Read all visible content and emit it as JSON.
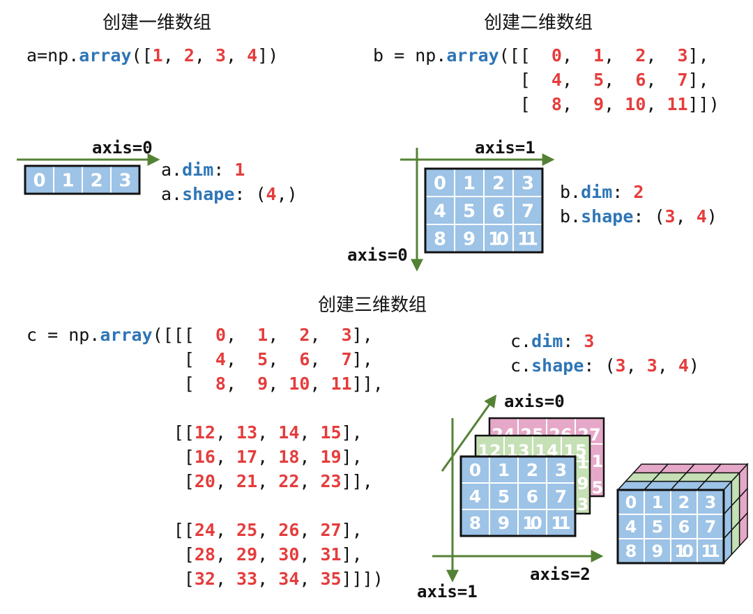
{
  "titles": {
    "one_d": "创建一维数组",
    "two_d": "创建二维数组",
    "three_d": "创建三维数组"
  },
  "code": {
    "a": {
      "prefix": "a=np.",
      "func": "array",
      "open": "([",
      "values": [
        "1",
        "2",
        "3",
        "4"
      ],
      "close": "])"
    },
    "b": {
      "prefix": "b = np.",
      "func": "array",
      "rows": [
        [
          "0",
          "1",
          "2",
          "3"
        ],
        [
          "4",
          "5",
          "6",
          "7"
        ],
        [
          "8",
          "9",
          "10",
          "11"
        ]
      ]
    },
    "c": {
      "prefix": "c = np.",
      "func": "array",
      "blocks": [
        [
          [
            "0",
            "1",
            "2",
            "3"
          ],
          [
            "4",
            "5",
            "6",
            "7"
          ],
          [
            "8",
            "9",
            "10",
            "11"
          ]
        ],
        [
          [
            "12",
            "13",
            "14",
            "15"
          ],
          [
            "16",
            "17",
            "18",
            "19"
          ],
          [
            "20",
            "21",
            "22",
            "23"
          ]
        ],
        [
          [
            "24",
            "25",
            "26",
            "27"
          ],
          [
            "28",
            "29",
            "30",
            "31"
          ],
          [
            "32",
            "33",
            "34",
            "35"
          ]
        ]
      ]
    }
  },
  "props": {
    "a": {
      "obj": "a",
      "dim_key": "dim",
      "dim_val": "1",
      "shape_key": "shape",
      "shape_vals": [
        "4"
      ],
      "shape_text": "(4,)"
    },
    "b": {
      "obj": "b",
      "dim_key": "dim",
      "dim_val": "2",
      "shape_key": "shape",
      "shape_vals": [
        "3",
        "4"
      ],
      "shape_text": "(3, 4)"
    },
    "c": {
      "obj": "c",
      "dim_key": "dim",
      "dim_val": "3",
      "shape_key": "shape",
      "shape_vals": [
        "3",
        "3",
        "4"
      ],
      "shape_text": "(3, 3, 4)"
    }
  },
  "axes": {
    "a_axis0": "axis=0",
    "b_axis1": "axis=1",
    "b_axis0": "axis=0",
    "c_axis0": "axis=0",
    "c_axis1": "axis=1",
    "c_axis2": "axis=2"
  },
  "grids": {
    "a": [
      [
        "0",
        "1",
        "2",
        "3"
      ]
    ],
    "b": [
      [
        "0",
        "1",
        "2",
        "3"
      ],
      [
        "4",
        "5",
        "6",
        "7"
      ],
      [
        "8",
        "9",
        "10",
        "11"
      ]
    ],
    "c_front": [
      [
        "0",
        "1",
        "2",
        "3"
      ],
      [
        "4",
        "5",
        "6",
        "7"
      ],
      [
        "8",
        "9",
        "10",
        "11"
      ]
    ],
    "c_middle_row": [
      "12",
      "13",
      "14",
      "15"
    ],
    "c_back_row": [
      "24",
      "25",
      "26",
      "27"
    ],
    "c_middle_side": [
      "1",
      "9",
      "3"
    ],
    "c_back_side": [
      "1",
      "5"
    ]
  },
  "colors": {
    "blue_cell": "#9dc3e6",
    "green_cell": "#c5e0b4",
    "pink_cell": "#e6a8c8",
    "number_red": "#e53c3c",
    "keyword_blue": "#2e75b6",
    "axis_green": "#548235"
  }
}
